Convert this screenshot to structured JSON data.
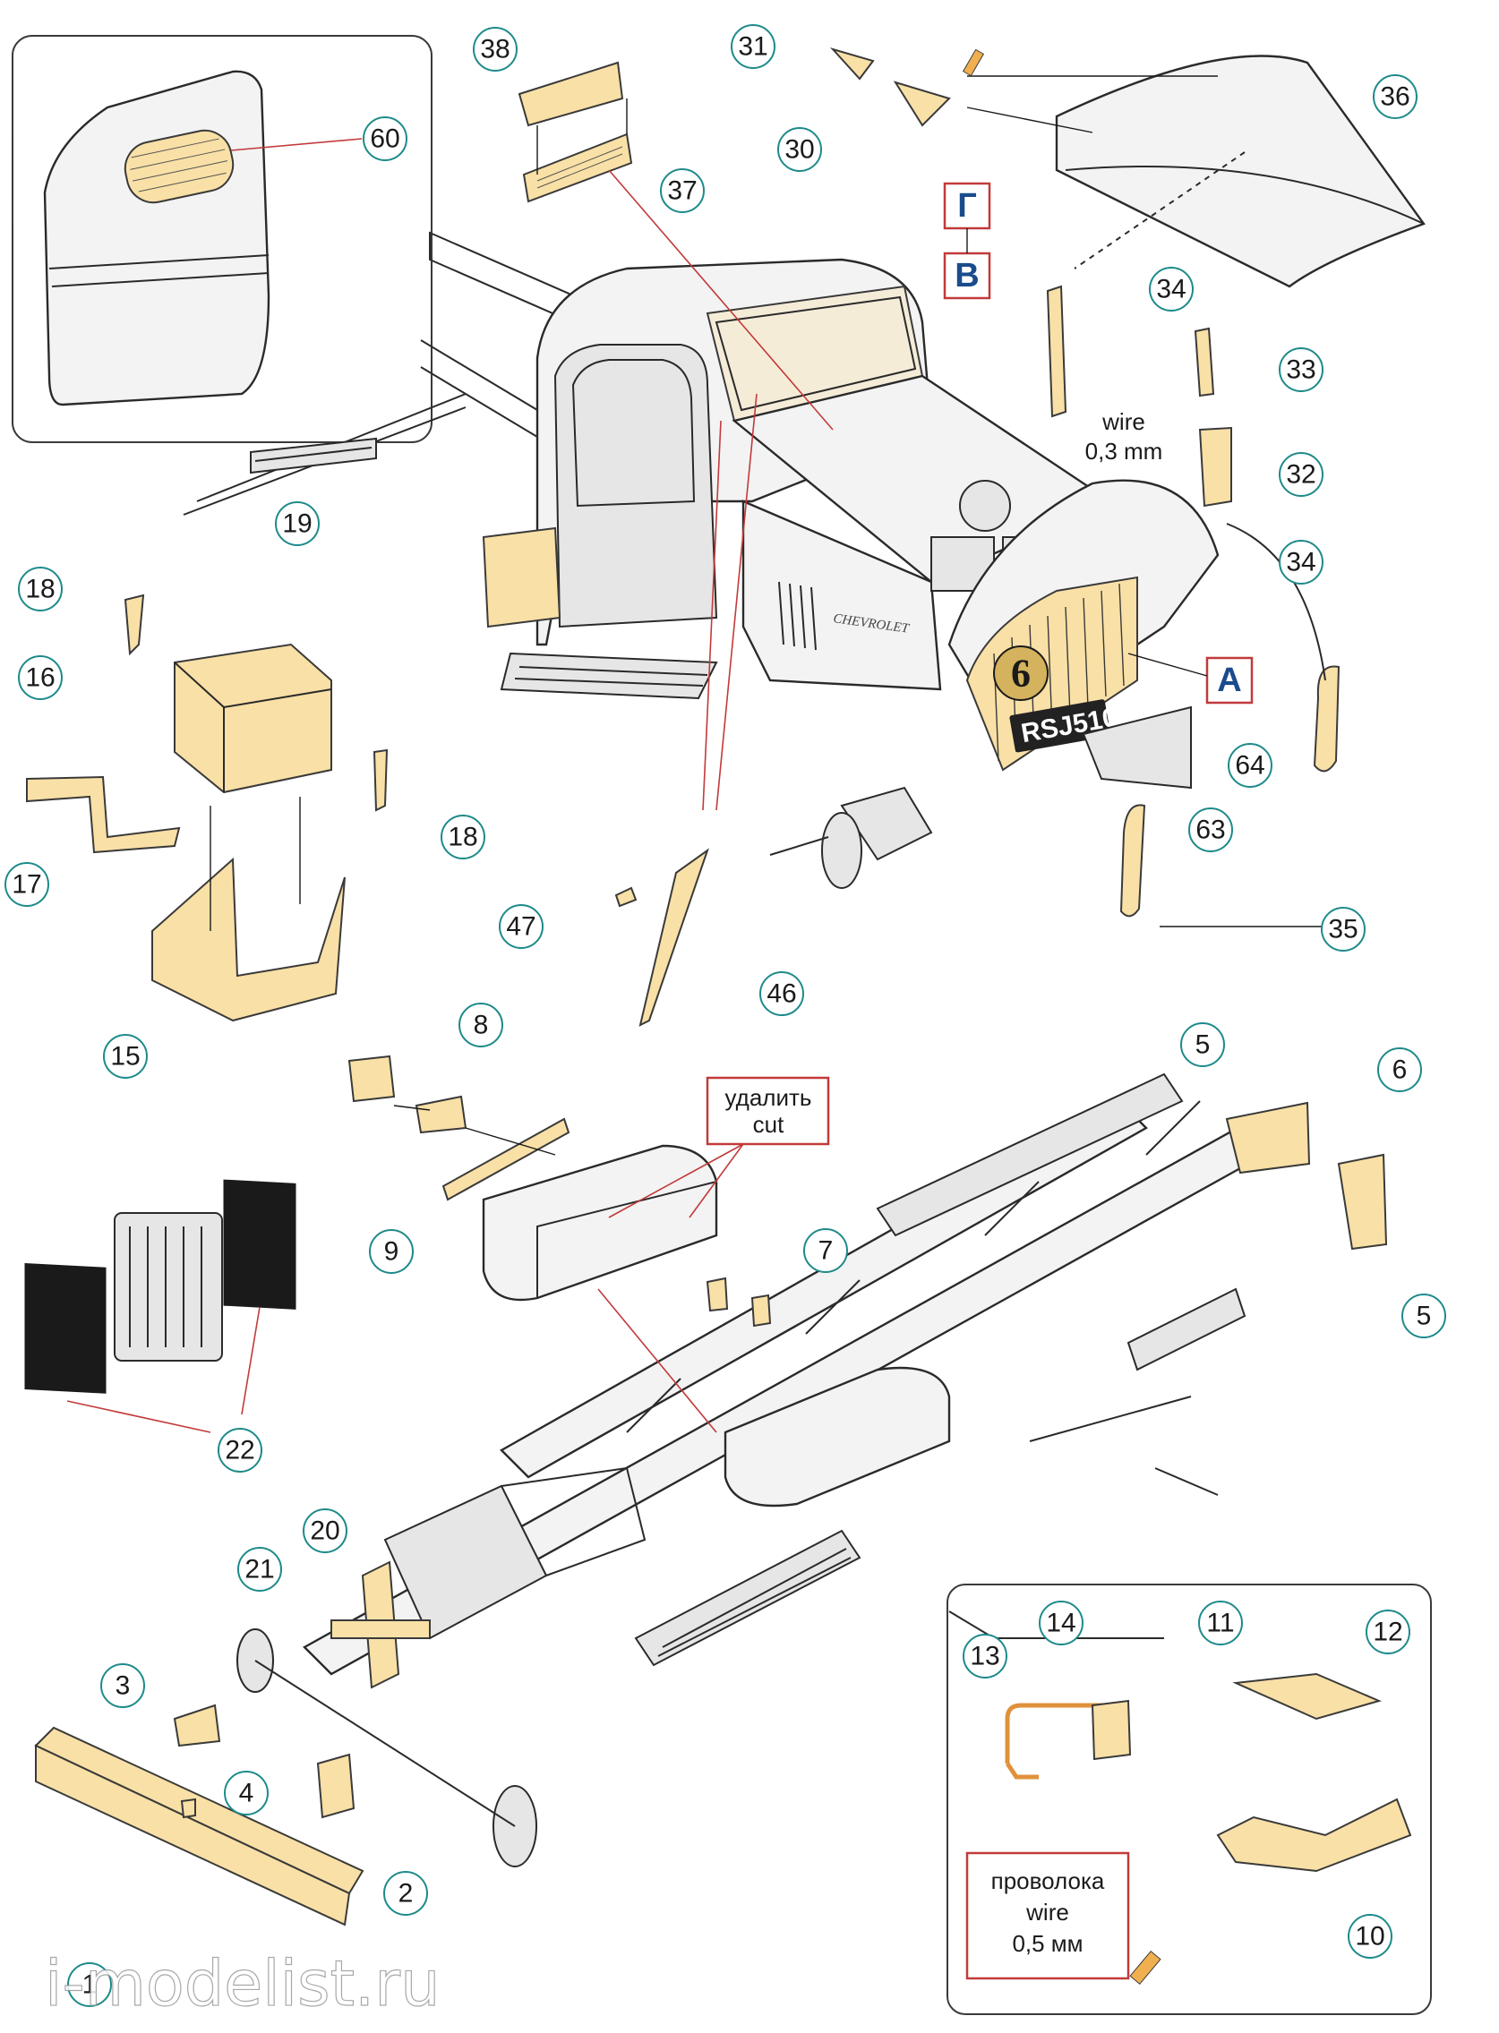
{
  "callouts": {
    "c1": "1",
    "c2": "2",
    "c3": "3",
    "c4": "4",
    "c5a": "5",
    "c5b": "5",
    "c6": "6",
    "c7": "7",
    "c8": "8",
    "c9": "9",
    "c10": "10",
    "c11": "11",
    "c12": "12",
    "c13": "13",
    "c14": "14",
    "c15": "15",
    "c16": "16",
    "c17": "17",
    "c18a": "18",
    "c18b": "18",
    "c19": "19",
    "c20": "20",
    "c21": "21",
    "c22": "22",
    "c30": "30",
    "c31": "31",
    "c32": "32",
    "c33": "33",
    "c34a": "34",
    "c34b": "34",
    "c35": "35",
    "c36": "36",
    "c37": "37",
    "c38": "38",
    "c46": "46",
    "c47": "47",
    "c60": "60",
    "c63": "63",
    "c64": "64"
  },
  "box_labels": {
    "g": "Г",
    "v": "В",
    "a": "А"
  },
  "notes": {
    "wire_top_line1": "wire",
    "wire_top_line2": "0,3 mm",
    "cut_line1": "удалить",
    "cut_line2": "cut",
    "wire_box_line1": "проволока",
    "wire_box_line2": "wire",
    "wire_box_line3": "0,5 мм"
  },
  "truck": {
    "license_plate": "RSJ510",
    "badge_number": "6",
    "brand_script": "CHEVROLET"
  },
  "watermark": "i-modelist.ru",
  "colors": {
    "photoetch_brass": "#f9e0a6",
    "callout_ring": "#1e8a8a",
    "leader_red": "#c23a3a",
    "box_label_text": "#1a4b8c",
    "wire_orange": "#e0913a"
  }
}
